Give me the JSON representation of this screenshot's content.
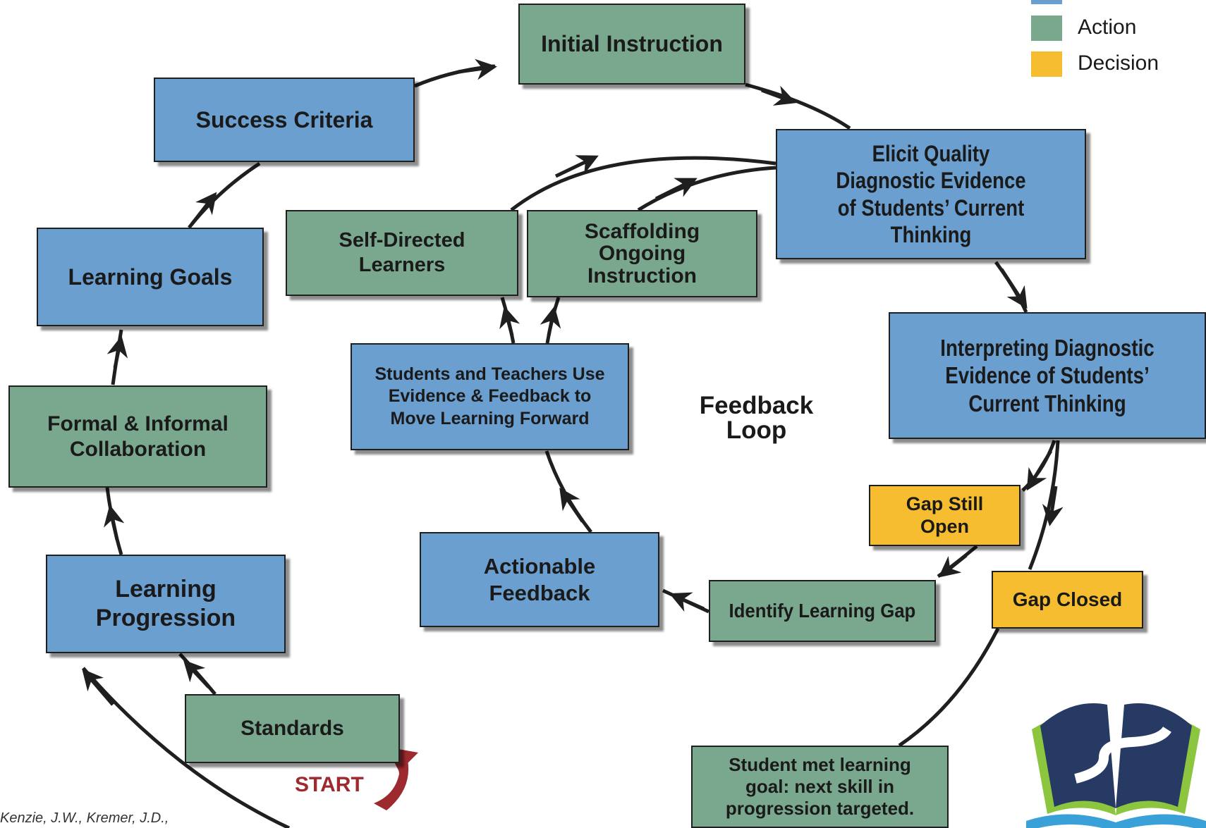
{
  "legend": {
    "items": [
      {
        "label": "Action",
        "color": "#7aa88e"
      },
      {
        "label": "Decision",
        "color": "#f5bd2f"
      }
    ],
    "top_swatch_color": "#6a9fd0"
  },
  "nodes": {
    "initial_instruction": "Initial Instruction",
    "success_criteria": "Success Criteria",
    "learning_goals": "Learning Goals",
    "formal_informal_collab": "Formal & Informal Collaboration",
    "learning_progression": "Learning Progression",
    "standards": "Standards",
    "self_directed": "Self-Directed Learners",
    "scaffolding": "Scaffolding Ongoing Instruction",
    "elicit_evidence": "Elicit Quality Diagnostic Evidence of Students’ Current Thinking",
    "interpreting_evidence": "Interpreting Diagnostic Evidence of Students’ Current Thinking",
    "students_teachers": "Students and Teachers Use Evidence & Feedback to Move Learning Forward",
    "actionable_feedback": "Actionable Feedback",
    "identify_gap": "Identify Learning Gap",
    "gap_still_open": "Gap Still Open",
    "gap_closed": "Gap Closed",
    "student_met_goal": "Student met learning goal: next skill in progression targeted."
  },
  "center_label": "Feedback Loop",
  "start_label": "START",
  "citation": "Kenzie, J.W., Kremer, J.D.,",
  "colors": {
    "blue": "#6a9fd0",
    "green": "#7aa88e",
    "yellow": "#f5bd2f",
    "start": "#9c2a2e",
    "arrow": "#1f1f1f",
    "logo_navy": "#263a63",
    "logo_green": "#8cc63f",
    "logo_blue": "#3aa0d8"
  },
  "icons": {
    "logo": "open-book-river-icon"
  }
}
